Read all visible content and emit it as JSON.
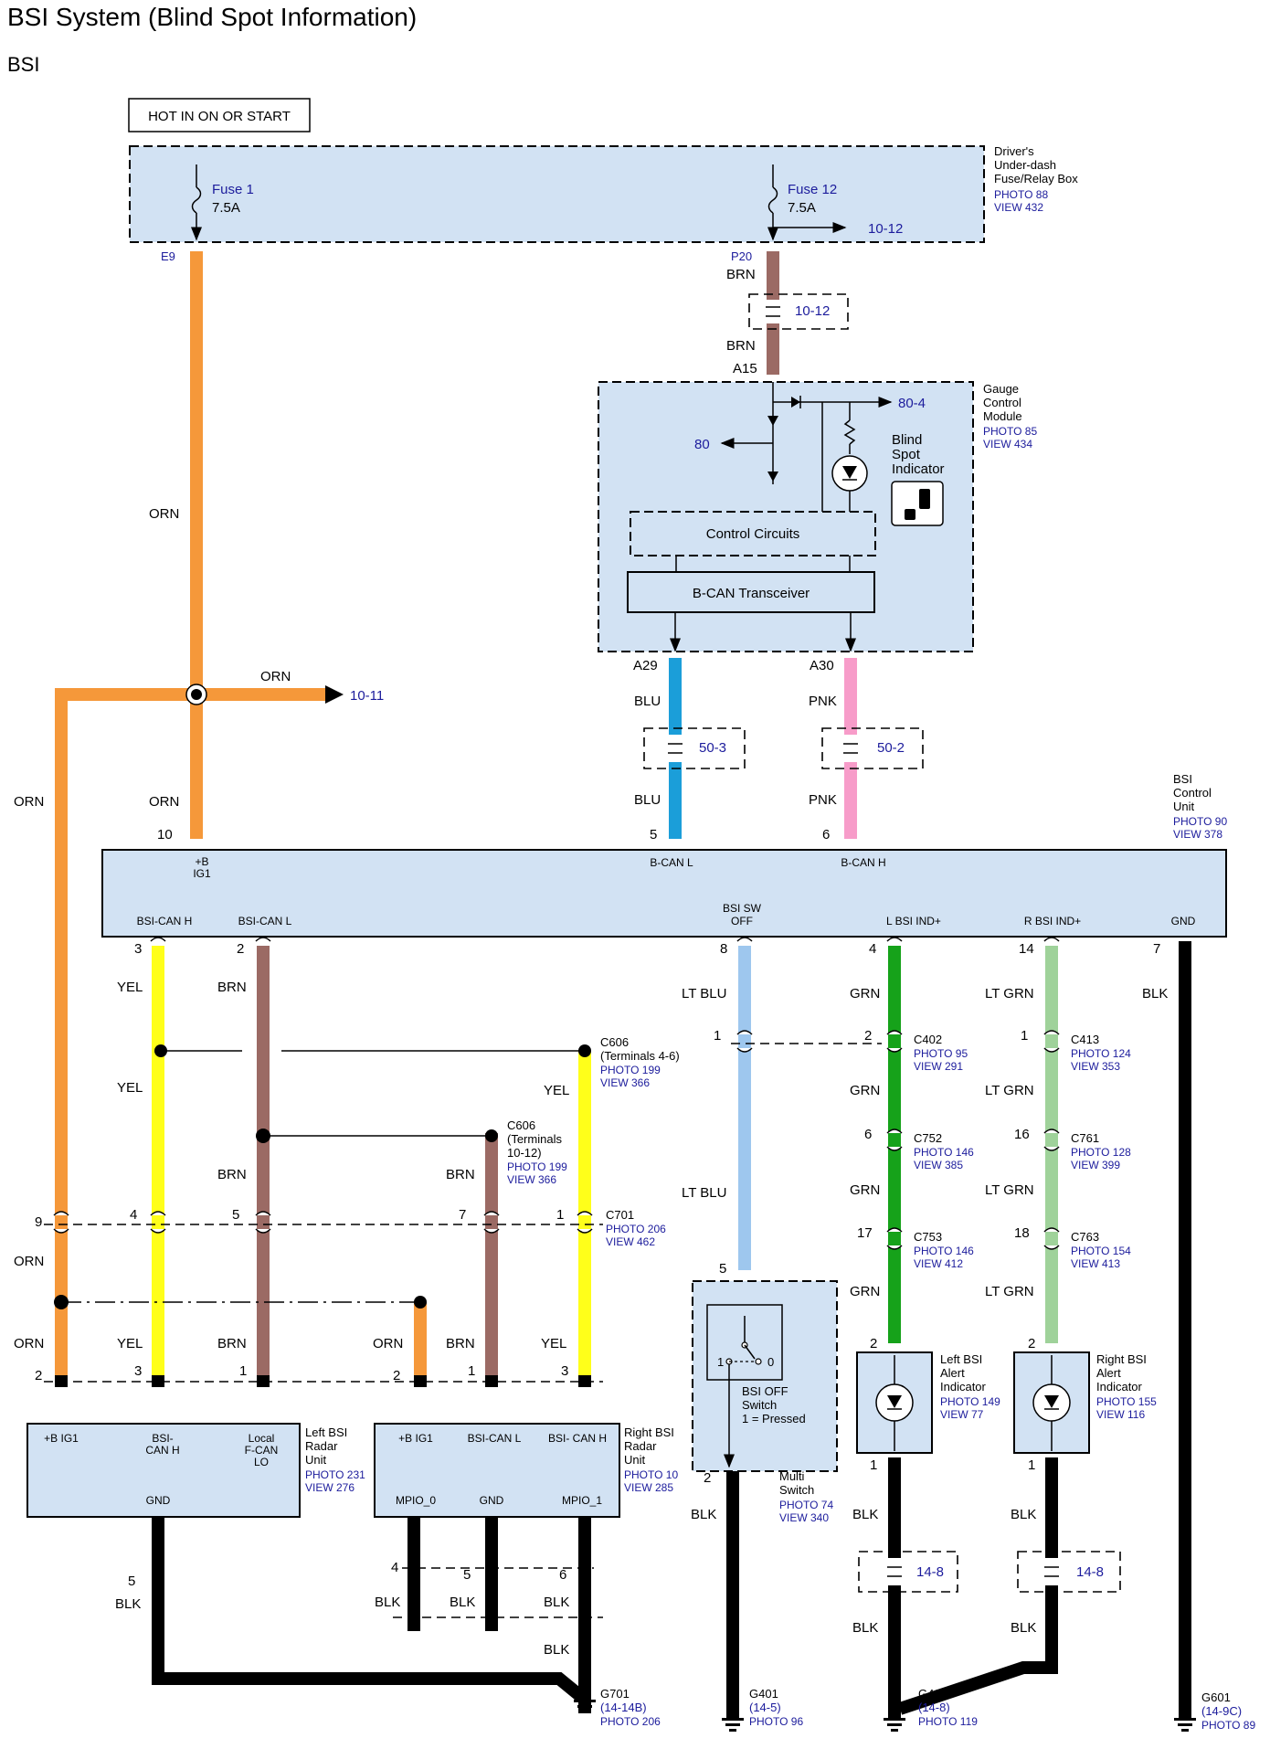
{
  "title": "BSI System (Blind Spot Information)",
  "subtitle": "BSI",
  "power_label": "HOT IN ON OR START",
  "colors": {
    "box_fill": "#d2e2f3",
    "orange": "#f5983a",
    "brown": "#9b6a64",
    "blue": "#1b9ed9",
    "pink": "#f79cc9",
    "yellow": "#ffff1a",
    "green": "#16a21a",
    "light_green": "#9fd29a",
    "light_blue": "#9ec7ee",
    "black": "#000000",
    "ref_blue": "#1c1c9c"
  },
  "fuse_box": {
    "name": [
      "Driver's",
      "Under-dash",
      "Fuse/Relay Box"
    ],
    "photo": "PHOTO 88",
    "view": "VIEW 432",
    "fuse1_name": "Fuse 1",
    "fuse1_rating": "7.5A",
    "fuse12_name": "Fuse 12",
    "fuse12_rating": "7.5A",
    "fuse12_ref": "10-12",
    "pin_e9": "E9",
    "pin_p20": "P20"
  },
  "wires": {
    "brn_top": "BRN",
    "brn_bottom": "BRN",
    "brn_splice_ref": "10-12",
    "pin_a15": "A15",
    "orn_main": "ORN",
    "orn_branch": "ORN",
    "orn_branch_ref": "10-11",
    "orn_left": "ORN",
    "orn_lower": "ORN",
    "pin_a29": "A29",
    "pin_a30": "A30",
    "blu_top": "BLU",
    "blu_bottom": "BLU",
    "blu_ref": "50-3",
    "pnk_top": "PNK",
    "pnk_bottom": "PNK",
    "pnk_ref": "50-2"
  },
  "gauge_module": {
    "name": [
      "Gauge",
      "Control",
      "Module"
    ],
    "photo": "PHOTO 85",
    "view": "VIEW 434",
    "ref_80_4": "80-4",
    "ref_80": "80",
    "indicator": [
      "Blind",
      "Spot",
      "Indicator"
    ],
    "control_circuits": "Control Circuits",
    "transceiver": "B-CAN Transceiver"
  },
  "bsi_unit": {
    "name": [
      "BSI",
      "Control",
      "Unit"
    ],
    "photo": "PHOTO 90",
    "view": "VIEW 378",
    "pin_10": "10",
    "pin_5": "5",
    "pin_6": "6",
    "label_b": "+B",
    "label_ig1": "IG1",
    "label_bcanl": "B-CAN L",
    "label_bcanh": "B-CAN H",
    "label_canh": "BSI-CAN H",
    "label_canl": "BSI-CAN L",
    "label_sw": "BSI SW",
    "label_off": "OFF",
    "label_lind": "L BSI IND+",
    "label_rind": "R BSI IND+",
    "label_gnd": "GND",
    "pin_3": "3",
    "pin_2": "2",
    "pin_8": "8",
    "pin_4": "4",
    "pin_14": "14",
    "pin_7": "7"
  },
  "lower": {
    "yel": "YEL",
    "brn": "BRN",
    "lt_blu": "LT BLU",
    "grn": "GRN",
    "lt_grn": "LT GRN",
    "blk": "BLK",
    "c606a": [
      "C606",
      "(Terminals 4-6)"
    ],
    "c606a_photo": "PHOTO 199",
    "c606a_view": "VIEW 366",
    "c606b": [
      "C606",
      "(Terminals",
      "10-12)"
    ],
    "c606b_photo": "PHOTO 199",
    "c606b_view": "VIEW 366",
    "c701": "C701",
    "c701_photo": "PHOTO 206",
    "c701_view": "VIEW 462",
    "c402": "C402",
    "c402_photo": "PHOTO 95",
    "c402_view": "VIEW 291",
    "c413": "C413",
    "c413_photo": "PHOTO 124",
    "c413_view": "VIEW 353",
    "c752": "C752",
    "c752_photo": "PHOTO 146",
    "c752_view": "VIEW 385",
    "c761": "C761",
    "c761_photo": "PHOTO 128",
    "c761_view": "VIEW 399",
    "c753": "C753",
    "c753_photo": "PHOTO 146",
    "c753_view": "VIEW 412",
    "c763": "C763",
    "c763_photo": "PHOTO 154",
    "c763_view": "VIEW 413",
    "n1": "1",
    "n2": "2",
    "n3": "3",
    "n4": "4",
    "n5": "5",
    "n6": "6",
    "n7": "7",
    "n9": "9",
    "n16": "16",
    "n17": "17",
    "n18": "18"
  },
  "left_radar": {
    "name": [
      "Left BSI",
      "Radar",
      "Unit"
    ],
    "photo": "PHOTO 231",
    "view": "VIEW 276",
    "pin_big1": "+B IG1",
    "pin_canh": [
      "BSI-",
      "CAN H"
    ],
    "pin_local": [
      "Local",
      "F-CAN",
      "LO"
    ],
    "pin_gnd": "GND"
  },
  "right_radar": {
    "name": [
      "Right BSI",
      "Radar",
      "Unit"
    ],
    "photo": "PHOTO 10",
    "view": "VIEW 285",
    "pin_big1": "+B IG1",
    "pin_canl": "BSI-CAN L",
    "pin_canh": "BSI- CAN H",
    "pin_mpio0": "MPIO_0",
    "pin_gnd": "GND",
    "pin_mpio1": "MPIO_1"
  },
  "multi_switch": {
    "name": [
      "Multi",
      "Switch"
    ],
    "photo": "PHOTO 74",
    "view": "VIEW 340",
    "label": [
      "BSI OFF",
      "Switch",
      "1 = Pressed"
    ],
    "pos1": "1",
    "pos0": "0"
  },
  "left_alert": {
    "name": [
      "Left BSI",
      "Alert",
      "Indicator"
    ],
    "photo": "PHOTO 149",
    "view": "VIEW 77"
  },
  "right_alert": {
    "name": [
      "Right BSI",
      "Alert",
      "Indicator"
    ],
    "photo": "PHOTO 155",
    "view": "VIEW 116"
  },
  "splice_148a": "14-8",
  "splice_148b": "14-8",
  "grounds": {
    "g701": "G701",
    "g701_ref": "(14-14B)",
    "g701_photo": "PHOTO 206",
    "g401": "G401",
    "g401_ref": "(14-5)",
    "g401_photo": "PHOTO 96",
    "g405": "G405",
    "g405_ref": "(14-8)",
    "g405_photo": "PHOTO 119",
    "g601": "G601",
    "g601_ref": "(14-9C)",
    "g601_photo": "PHOTO 89"
  }
}
